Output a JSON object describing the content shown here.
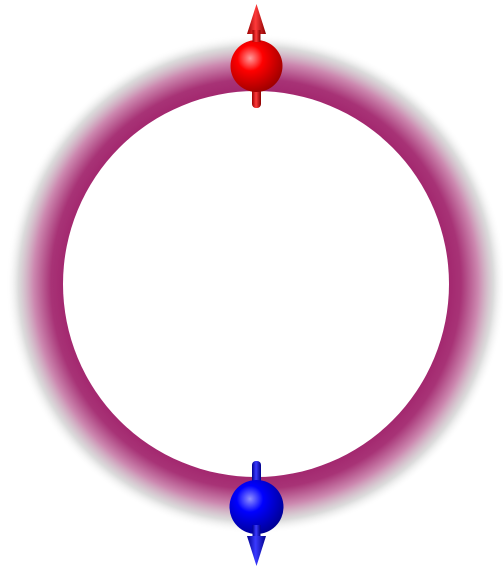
{
  "figure": {
    "ring": {
      "color": "#a3286f",
      "halo": "#9a9a9a"
    },
    "spins": [
      {
        "name": "spin-up",
        "direction": "up",
        "color": "#ff0000",
        "shade": "#9a0000",
        "highlight": "#ff9a9a"
      },
      {
        "name": "spin-down",
        "direction": "down",
        "color": "#0000ff",
        "shade": "#000090",
        "highlight": "#8f8fff"
      }
    ]
  }
}
